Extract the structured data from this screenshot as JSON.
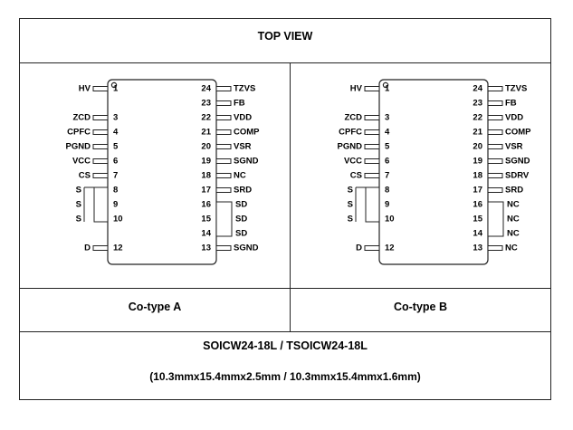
{
  "header": {
    "title": "TOP VIEW"
  },
  "packages": [
    {
      "caption": "Co-type A",
      "pins": {
        "1": "HV",
        "3": "ZCD",
        "4": "CPFC",
        "5": "PGND",
        "6": "VCC",
        "7": "CS",
        "8": "S",
        "9": "S",
        "10": "S",
        "12": "D",
        "13": "SGND",
        "14": "SD",
        "15": "SD",
        "16": "SD",
        "17": "SRD",
        "18": "NC",
        "19": "SGND",
        "20": "VSR",
        "21": "COMP",
        "22": "VDD",
        "23": "FB",
        "24": "TZVS"
      }
    },
    {
      "caption": "Co-type B",
      "pins": {
        "1": "HV",
        "3": "ZCD",
        "4": "CPFC",
        "5": "PGND",
        "6": "VCC",
        "7": "CS",
        "8": "S",
        "9": "S",
        "10": "S",
        "12": "D",
        "13": "NC",
        "14": "NC",
        "15": "NC",
        "16": "NC",
        "17": "SRD",
        "18": "SDRV",
        "19": "SGND",
        "20": "VSR",
        "21": "COMP",
        "22": "VDD",
        "23": "FB",
        "24": "TZVS"
      }
    }
  ],
  "footer": {
    "package_name": "SOICW24-18L / TSOICW24-18L",
    "dimensions": "(10.3mmx15.4mmx2.5mm / 10.3mmx15.4mmx1.6mm)"
  }
}
